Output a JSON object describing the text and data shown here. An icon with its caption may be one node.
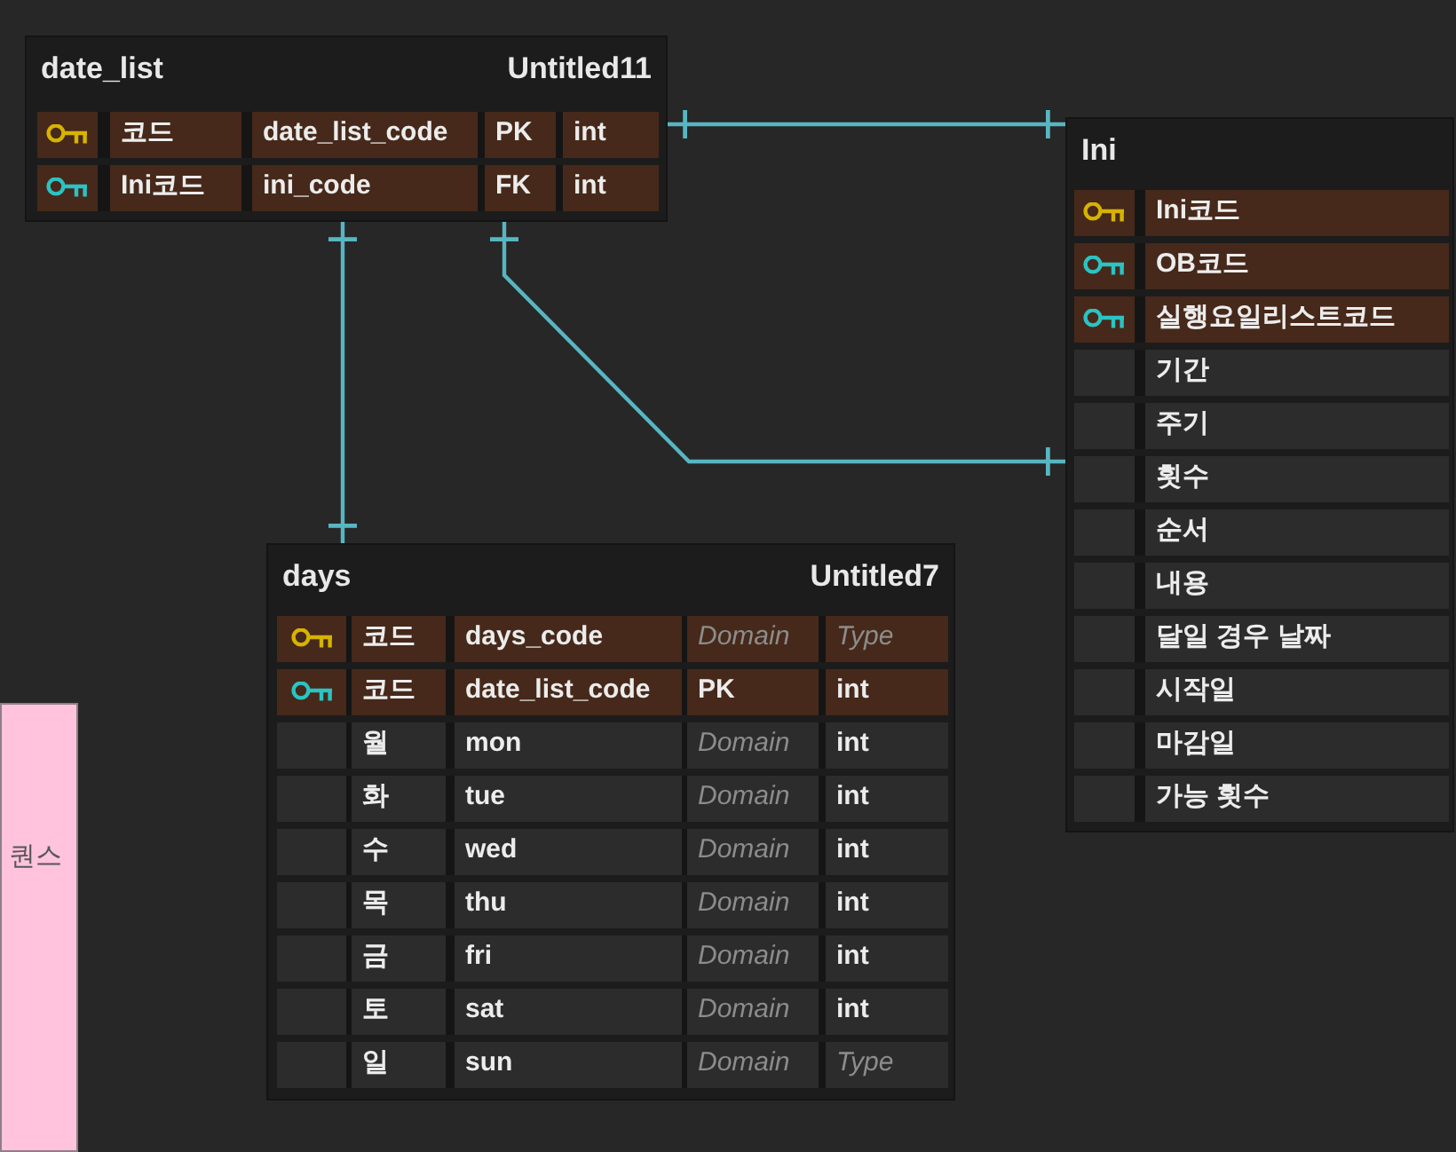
{
  "diagram": {
    "nodes": [
      {
        "text": [
          "date_list",
          "Untitled11"
        ]
      },
      {
        "text": [
          "코드",
          "date_list_code",
          "PK",
          "int"
        ],
        "in": 0
      },
      {
        "text": [
          "Ini코드",
          "ini_code",
          "FK",
          "int"
        ],
        "in": 0
      },
      {
        "text": [
          "Ini"
        ]
      },
      {
        "text": [
          "Ini코드"
        ],
        "in": 3
      },
      {
        "text": [
          "OB코드"
        ],
        "in": 3
      },
      {
        "text": [
          "실행요일리스트코드"
        ],
        "in": 3
      },
      {
        "text": [
          "기간"
        ],
        "in": 3
      },
      {
        "text": [
          "주기"
        ],
        "in": 3
      },
      {
        "text": [
          "횟수"
        ],
        "in": 3
      },
      {
        "text": [
          "순서"
        ],
        "in": 3
      },
      {
        "text": [
          "내용"
        ],
        "in": 3
      },
      {
        "text": [
          "달일 경우 날짜"
        ],
        "in": 3
      },
      {
        "text": [
          "시작일"
        ],
        "in": 3
      },
      {
        "text": [
          "마감일"
        ],
        "in": 3
      },
      {
        "text": [
          "가능 횟수"
        ],
        "in": 3
      },
      {
        "text": [
          "days",
          "Untitled7"
        ]
      },
      {
        "text": [
          "코드",
          "days_code",
          "Domain",
          "Type"
        ],
        "in": 16
      },
      {
        "text": [
          "코드",
          "date_list_code",
          "PK",
          "int"
        ],
        "in": 16
      },
      {
        "text": [
          "월",
          "mon",
          "Domain",
          "int"
        ],
        "in": 16
      },
      {
        "text": [
          "화",
          "tue",
          "Domain",
          "int"
        ],
        "in": 16
      },
      {
        "text": [
          "수",
          "wed",
          "Domain",
          "int"
        ],
        "in": 16
      },
      {
        "text": [
          "목",
          "thu",
          "Domain",
          "int"
        ],
        "in": 16
      },
      {
        "text": [
          "금",
          "fri",
          "Domain",
          "int"
        ],
        "in": 16
      },
      {
        "text": [
          "토",
          "sat",
          "Domain",
          "int"
        ],
        "in": 16
      },
      {
        "text": [
          "일",
          "sun",
          "Domain",
          "Type"
        ],
        "in": 16
      },
      {
        "text": [
          "퀀스"
        ]
      }
    ],
    "edges": [
      {
        "from": 0,
        "to": 3,
        "arrow": "other"
      },
      {
        "from": 0,
        "to": 3,
        "arrow": "other"
      },
      {
        "from": 0,
        "to": 16,
        "arrow": "other"
      }
    ]
  }
}
